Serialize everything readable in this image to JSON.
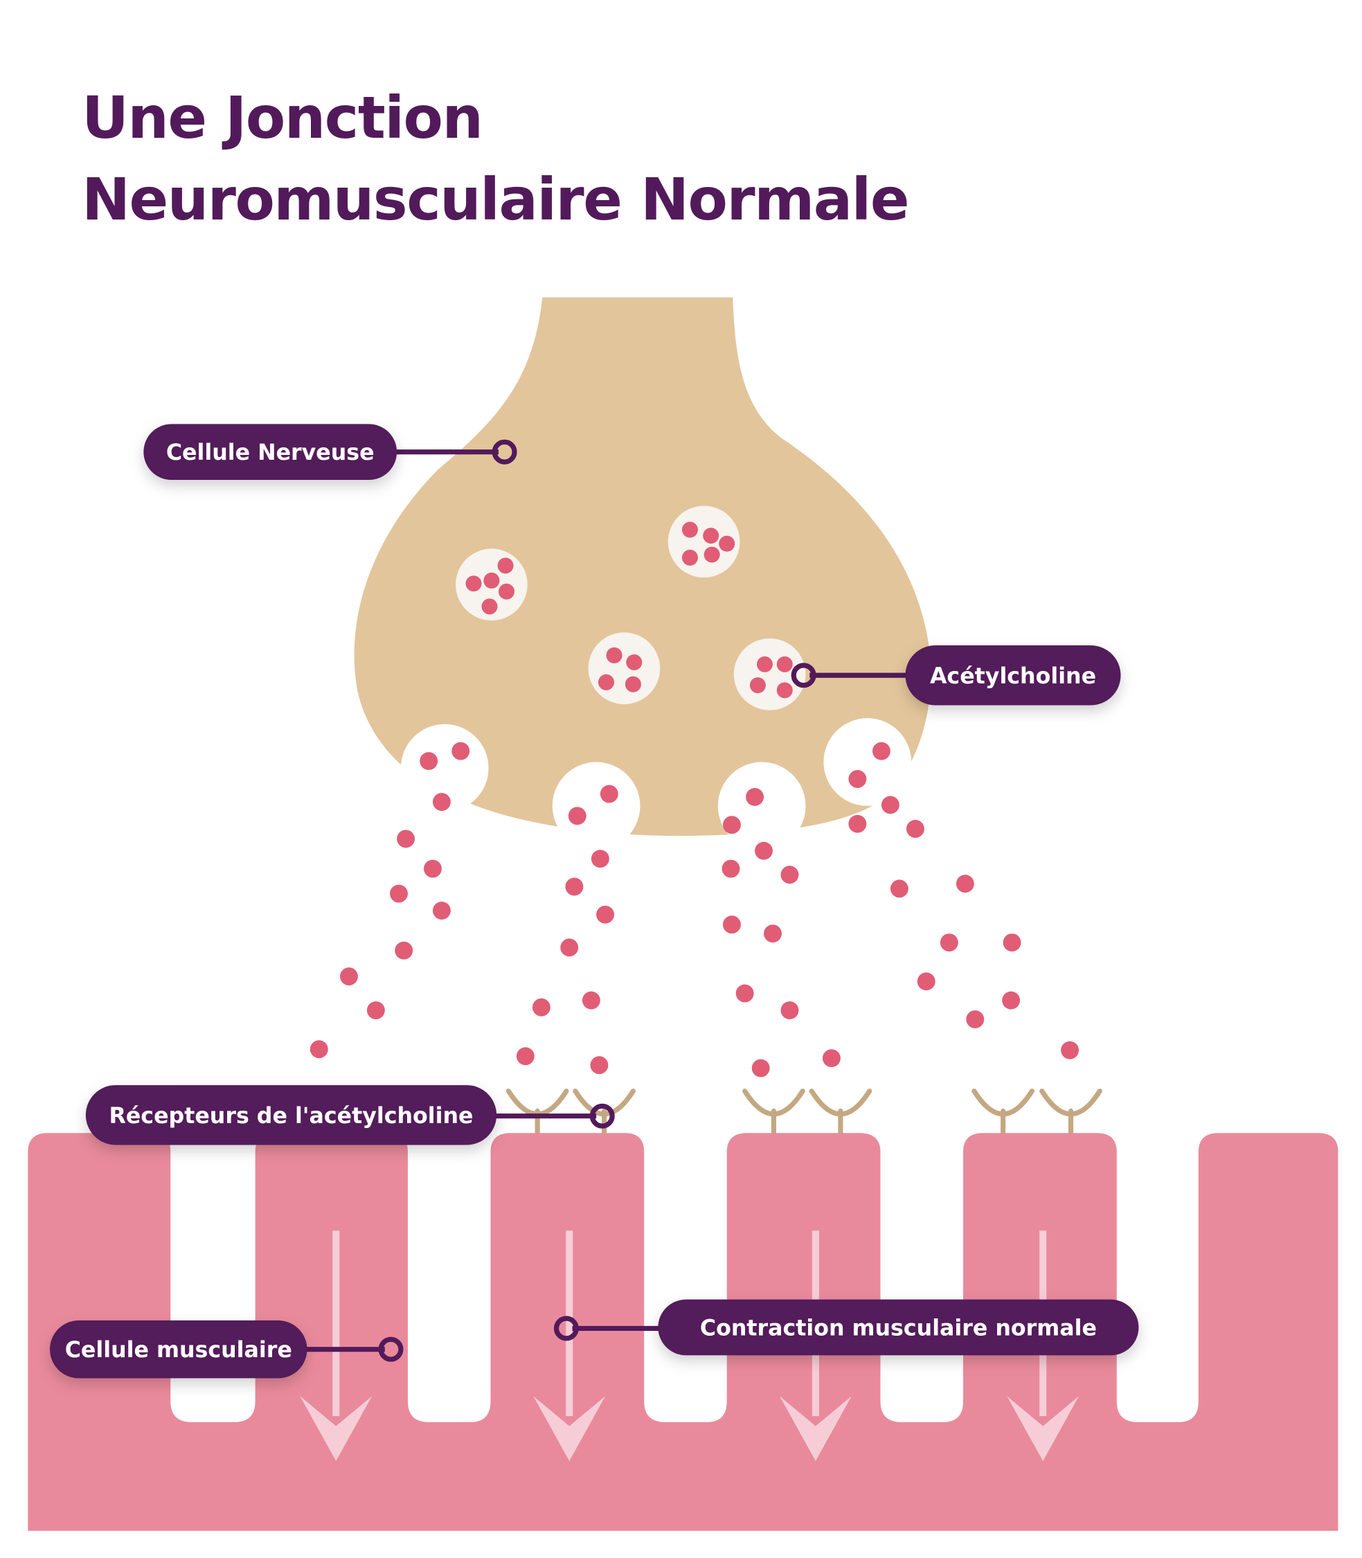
{
  "title": {
    "line1": "Une Jonction",
    "line2": "Neuromusculaire Normale"
  },
  "labels": {
    "nerve_cell": "Cellule Nerveuse",
    "acetylcholine": "Acétylcholine",
    "receptors": "Récepteurs de l'acétylcholine",
    "muscle_cell": "Cellule musculaire",
    "contraction": "Contraction musculaire normale"
  },
  "colors": {
    "title": "#521a5a",
    "label_background": "#521a5a",
    "label_text": "#ffffff",
    "nerve_cell": "#e3c59b",
    "vesicle": "#f7f3ee",
    "acetylcholine_dot": "#e05d75",
    "receptor": "#c4a882",
    "muscle_cell": "#e98a9c",
    "arrow": "#f6cdd6"
  },
  "counts": {
    "vesicles_inside": 4,
    "vesicles_fused": 4,
    "receptors": 6,
    "muscle_folds": 6,
    "contraction_arrows": 4
  }
}
